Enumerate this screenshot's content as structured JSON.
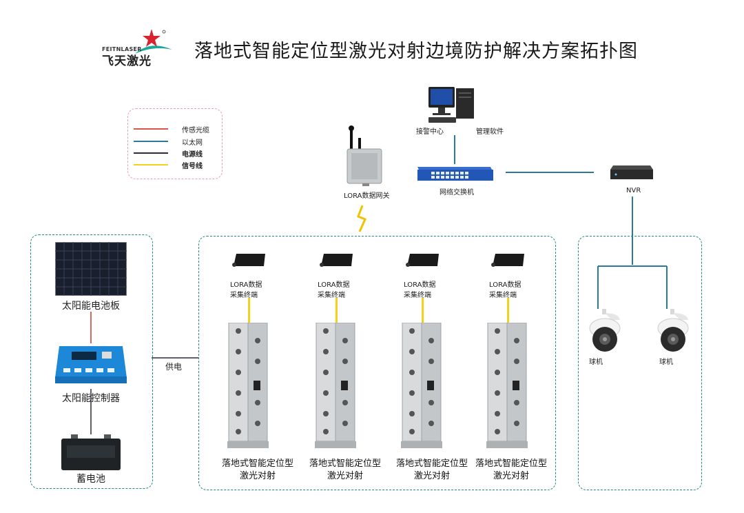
{
  "header": {
    "brand_en": "FEITNLASER",
    "brand_cn": "飞天激光",
    "title": "落地式智能定位型激光对射边境防护解决方案拓扑图"
  },
  "legend": {
    "items": [
      {
        "label": "传感光缆",
        "color": "#d9534f",
        "bold": false
      },
      {
        "label": "以太网",
        "color": "#2a7a9a",
        "bold": false
      },
      {
        "label": "电源线",
        "color": "#2b2b3a",
        "bold": true
      },
      {
        "label": "信号线",
        "color": "#f2d21b",
        "bold": true
      }
    ]
  },
  "network": {
    "alarm_center": "接警中心",
    "software": "管理软件",
    "switch": "网络交换机",
    "gateway": "LORA数据网关",
    "nvr": "NVR"
  },
  "power": {
    "solar_panel": "太阳能电池板",
    "controller": "太阳能控制器",
    "battery": "蓄电池",
    "supply": "供电"
  },
  "terminals": [
    {
      "line1": "LORA数据",
      "line2": "采集终端",
      "cap1": "落地式智能定位型",
      "cap2": "激光对射"
    },
    {
      "line1": "LORA数据",
      "line2": "采集终端",
      "cap1": "落地式智能定位型",
      "cap2": "激光对射"
    },
    {
      "line1": "LORA数据",
      "line2": "采集终端",
      "cap1": "落地式智能定位型",
      "cap2": "激光对射"
    },
    {
      "line1": "LORA数据",
      "line2": "采集终端",
      "cap1": "落地式智能定位型",
      "cap2": "激光对射"
    }
  ],
  "cameras": [
    {
      "label": "球机"
    },
    {
      "label": "球机"
    }
  ],
  "colors": {
    "dashed_box": "#1e8a7f",
    "ethernet": "#2a7a9a",
    "power": "#2b2b3a",
    "signal": "#f2d21b",
    "wireless": "#f2c200",
    "legend_border": "#e8a0a8",
    "logo_red": "#d9232e",
    "logo_teal": "#1aa89a"
  }
}
